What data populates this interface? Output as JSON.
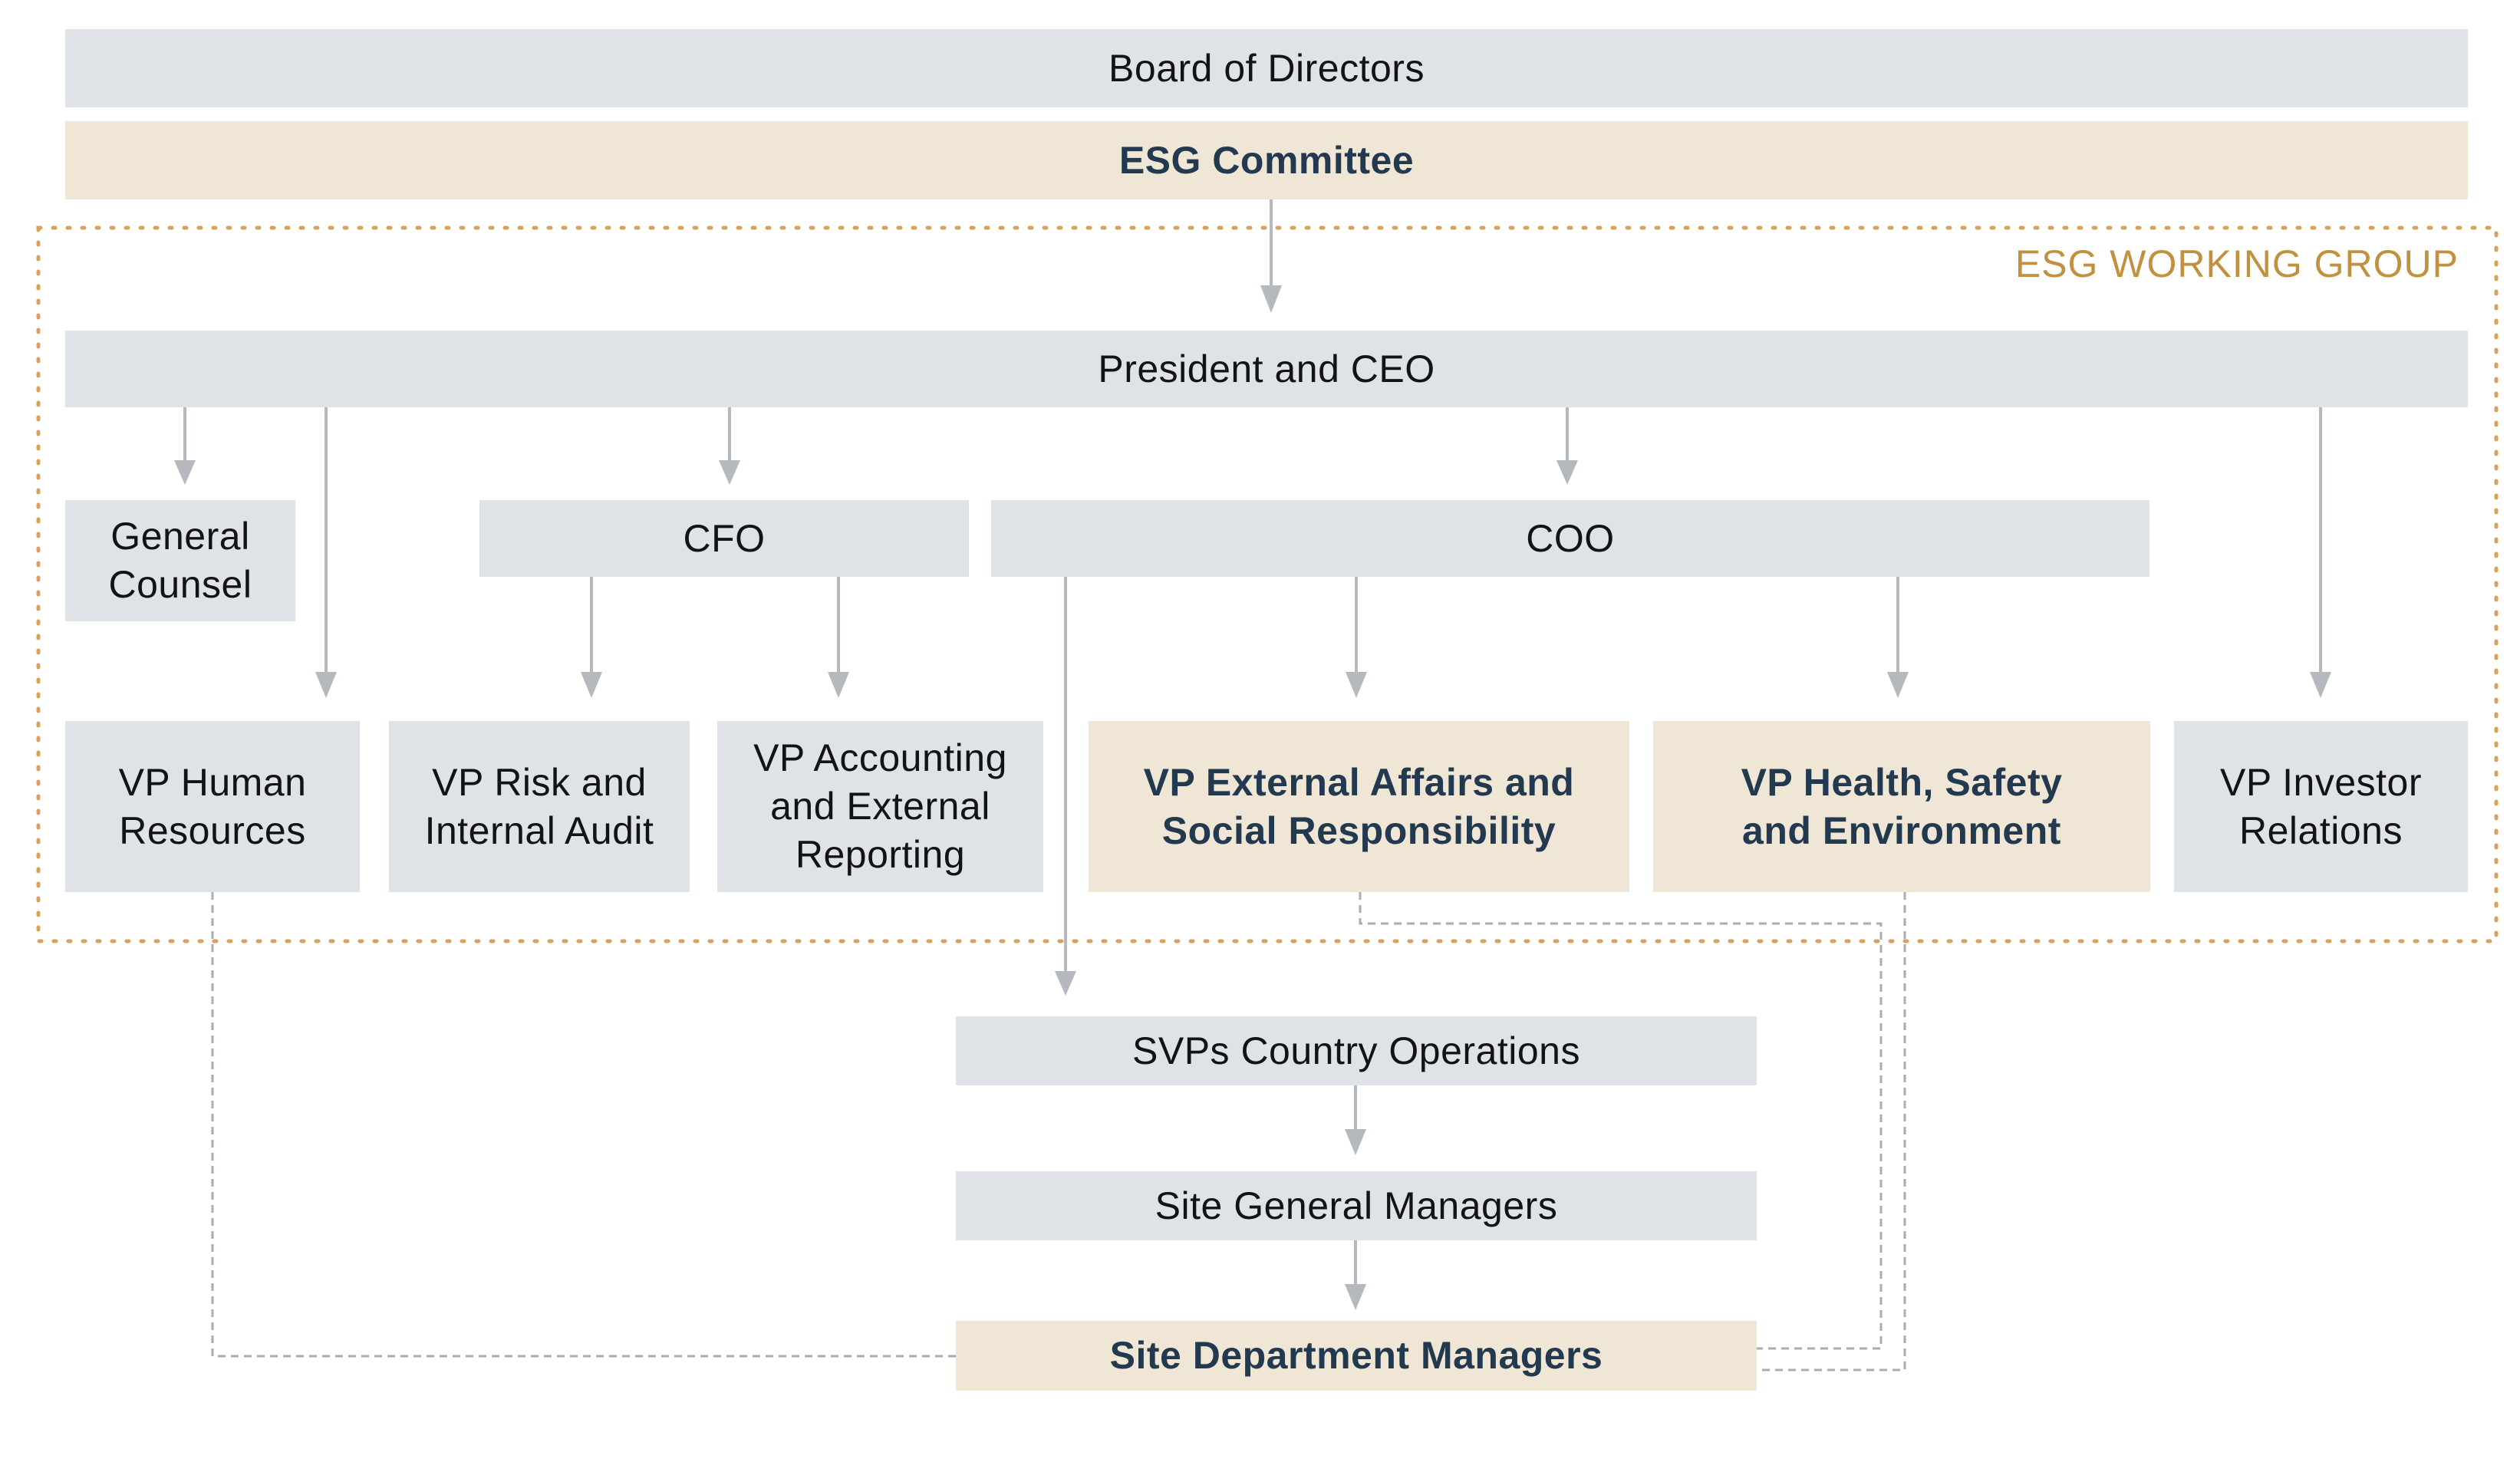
{
  "working_group_label": "ESG WORKING GROUP",
  "colors": {
    "box_fill": "#dfe2e6",
    "esg_box_fill": "#efe6d6",
    "esg_text": "#22394f",
    "group_border": "#d8a25e",
    "group_label": "#c1913f",
    "arrow": "#b5b8bd",
    "dashed_line": "#a9acb0"
  },
  "boxes": {
    "board": "Board of Directors",
    "esg_committee": "ESG Committee",
    "ceo": "President and CEO",
    "general_counsel": "General\nCounsel",
    "cfo": "CFO",
    "coo": "COO",
    "vp_hr": "VP Human\nResources",
    "vp_risk": "VP Risk and\nInternal Audit",
    "vp_accounting": "VP Accounting\nand External\nReporting",
    "vp_external_affairs": "VP External Affairs and\nSocial Responsibility",
    "vp_hse": "VP Health, Safety\nand Environment",
    "vp_investor": "VP Investor\nRelations",
    "svps_country": "SVPs Country Operations",
    "site_gm": "Site General Managers",
    "site_dept": "Site Department Managers"
  }
}
